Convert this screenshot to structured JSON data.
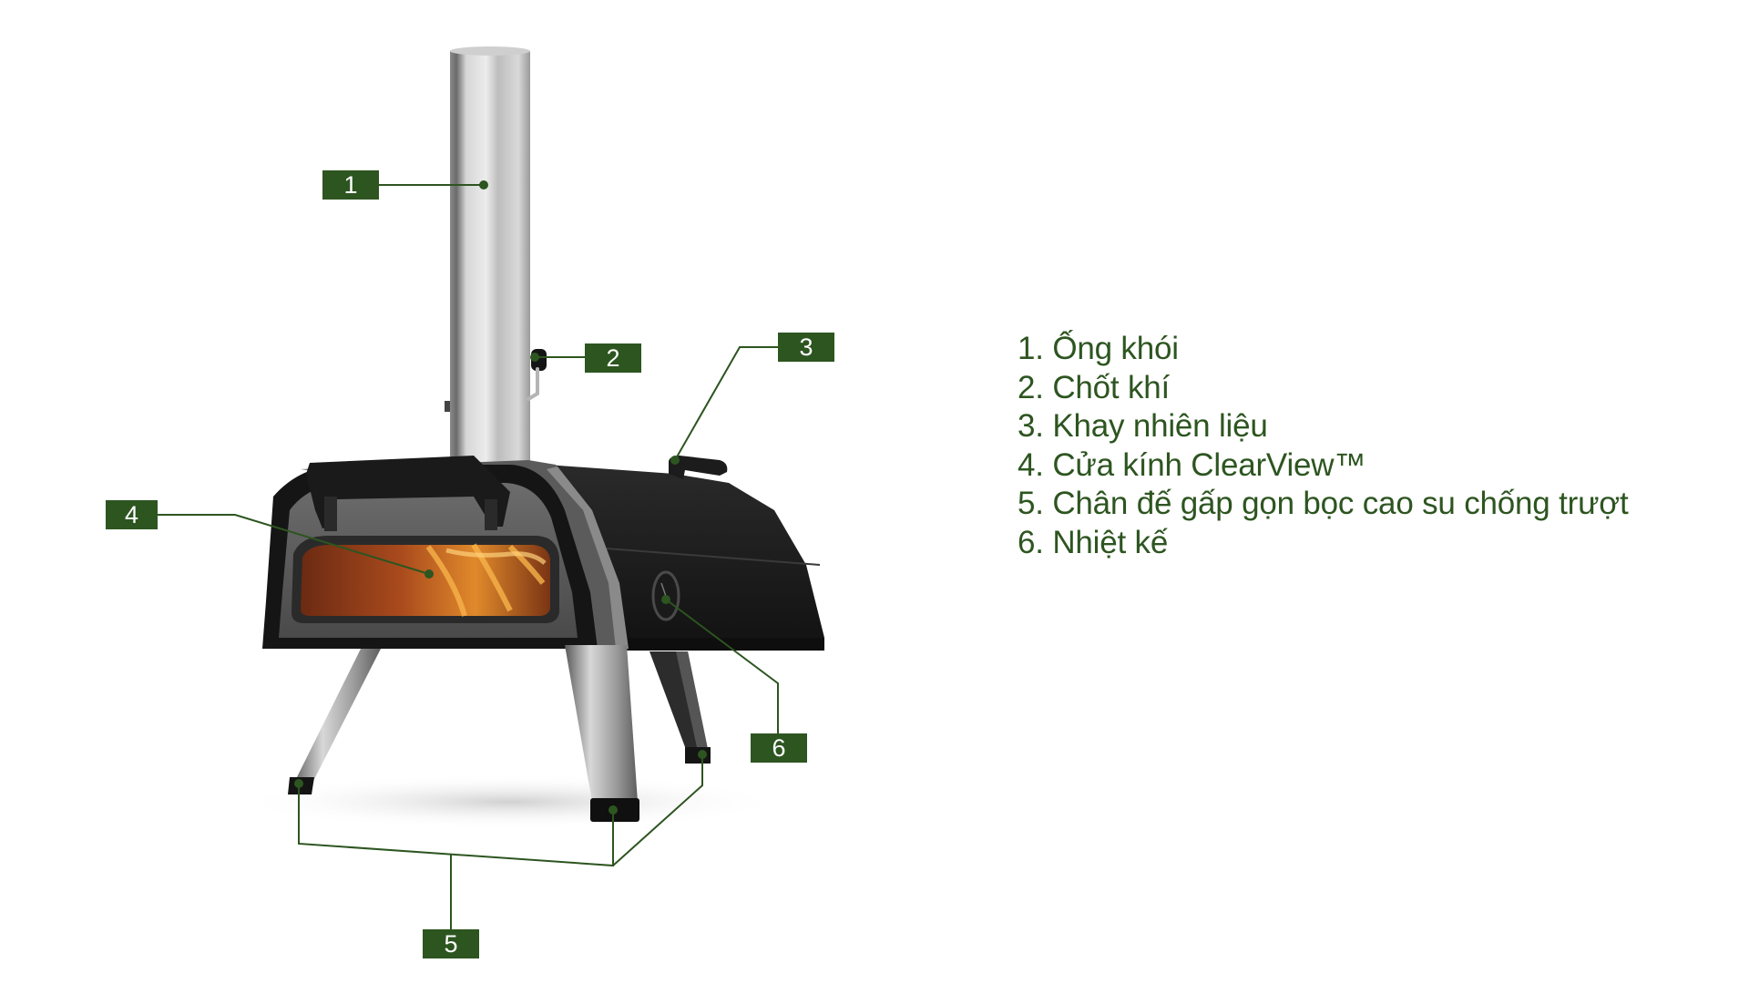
{
  "colors": {
    "accent": "#2d5520",
    "label_text": "#ffffff",
    "background": "#ffffff"
  },
  "callouts": [
    {
      "number": "1",
      "target": "chimney"
    },
    {
      "number": "2",
      "target": "air-damper"
    },
    {
      "number": "3",
      "target": "fuel-tray-handle"
    },
    {
      "number": "4",
      "target": "glass-door"
    },
    {
      "number": "5",
      "target": "folding-legs"
    },
    {
      "number": "6",
      "target": "thermometer"
    }
  ],
  "legend": {
    "items": [
      "1. Ống khói",
      "2. Chốt khí",
      "3. Khay nhiên liệu",
      "4. Cửa kính ClearView™",
      "5. Chân đế gấp gọn bọc cao su chống trượt",
      "6. Nhiệt kế"
    ]
  }
}
